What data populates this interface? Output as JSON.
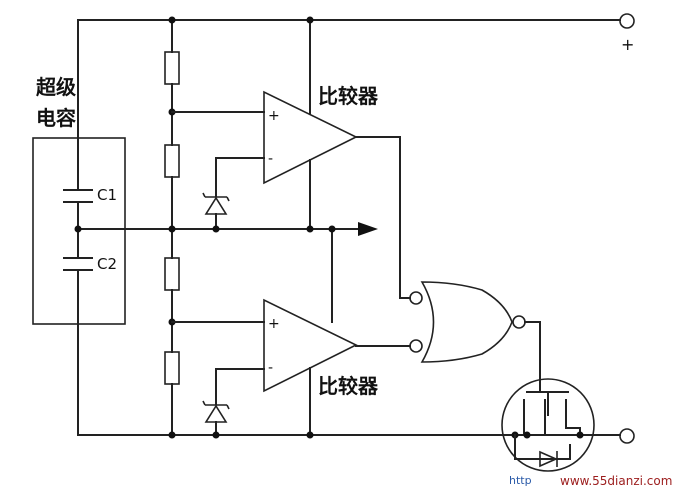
{
  "labels": {
    "supercap_line1": "超级",
    "supercap_line2": "电容",
    "c1": "C1",
    "c2": "C2",
    "comparator_top": "比较器",
    "comparator_bottom": "比较器",
    "opamp_plus": "+",
    "opamp_minus": "-",
    "terminal_plus": "+"
  },
  "watermark": {
    "prefix": "http",
    "site": "www.55dianzi.com"
  }
}
